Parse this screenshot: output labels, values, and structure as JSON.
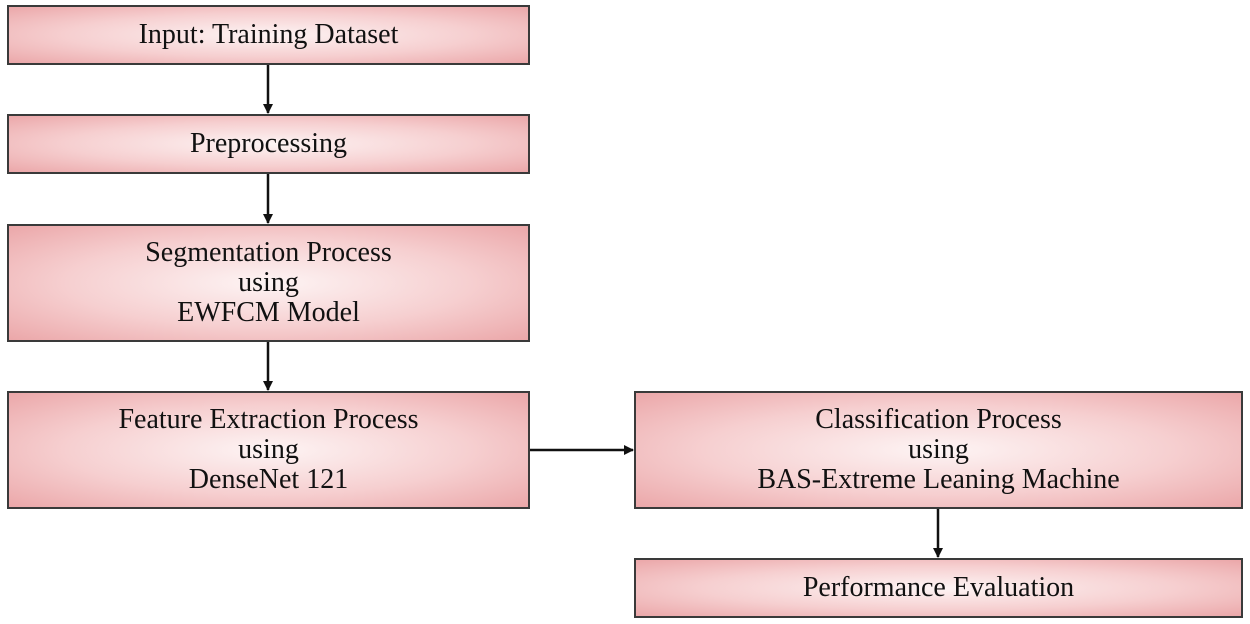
{
  "nodes": {
    "input": {
      "lines": [
        "Input: Training Dataset"
      ]
    },
    "preprocessing": {
      "lines": [
        "Preprocessing"
      ]
    },
    "segmentation": {
      "lines": [
        "Segmentation Process",
        "using",
        "EWFCM Model"
      ]
    },
    "feature": {
      "lines": [
        "Feature Extraction Process",
        "using",
        "DenseNet 121"
      ]
    },
    "classification": {
      "lines": [
        "Classification Process",
        "using",
        "BAS-Extreme Leaning Machine"
      ]
    },
    "evaluation": {
      "lines": [
        "Performance Evaluation"
      ]
    }
  },
  "edges": [
    {
      "from": "input",
      "to": "preprocessing"
    },
    {
      "from": "preprocessing",
      "to": "segmentation"
    },
    {
      "from": "segmentation",
      "to": "feature"
    },
    {
      "from": "feature",
      "to": "classification"
    },
    {
      "from": "classification",
      "to": "evaluation"
    }
  ],
  "colors": {
    "box_fill_center": "#fdf4f4",
    "box_fill_edge": "#eba7a9",
    "border": "#3a3a3a",
    "arrow": "#111111"
  }
}
